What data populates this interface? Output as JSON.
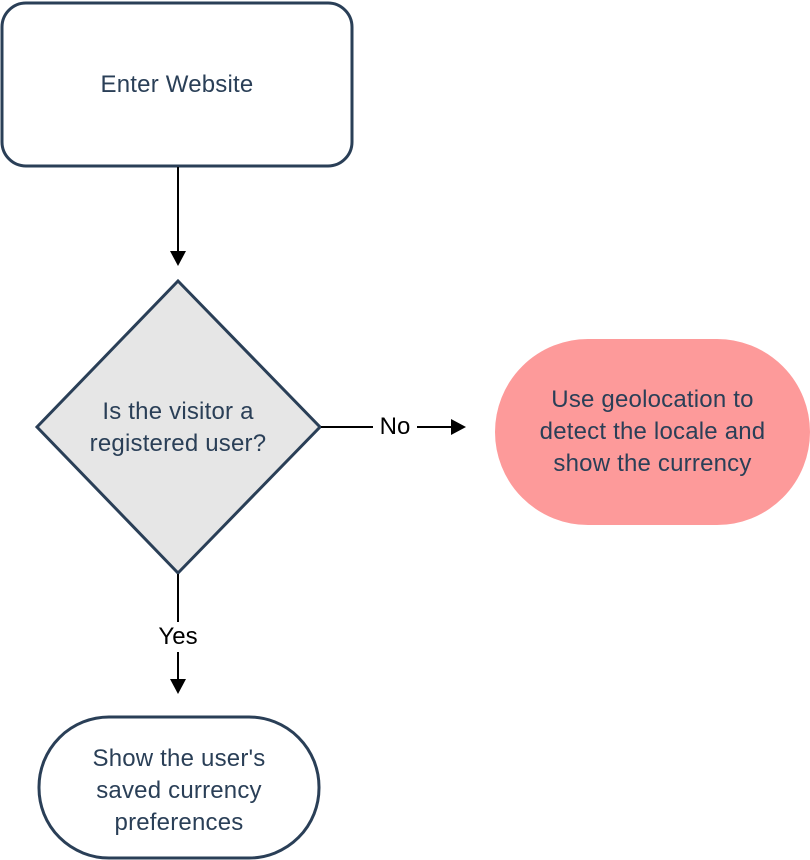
{
  "nodes": {
    "start": {
      "label": "Enter Website"
    },
    "decision": {
      "label": "Is the visitor a\nregistered user?"
    },
    "no_outcome": {
      "label": "Use geolocation to\ndetect the locale and\nshow the currency"
    },
    "yes_outcome": {
      "label": "Show the user's\nsaved currency\npreferences"
    }
  },
  "edges": {
    "no_label": "No",
    "yes_label": "Yes"
  },
  "colors": {
    "stroke": "#2a3f57",
    "text": "#2a3f57",
    "decision_fill": "#e6e6e6",
    "no_outcome_fill": "#fd9a9a",
    "arrow": "#000000"
  }
}
